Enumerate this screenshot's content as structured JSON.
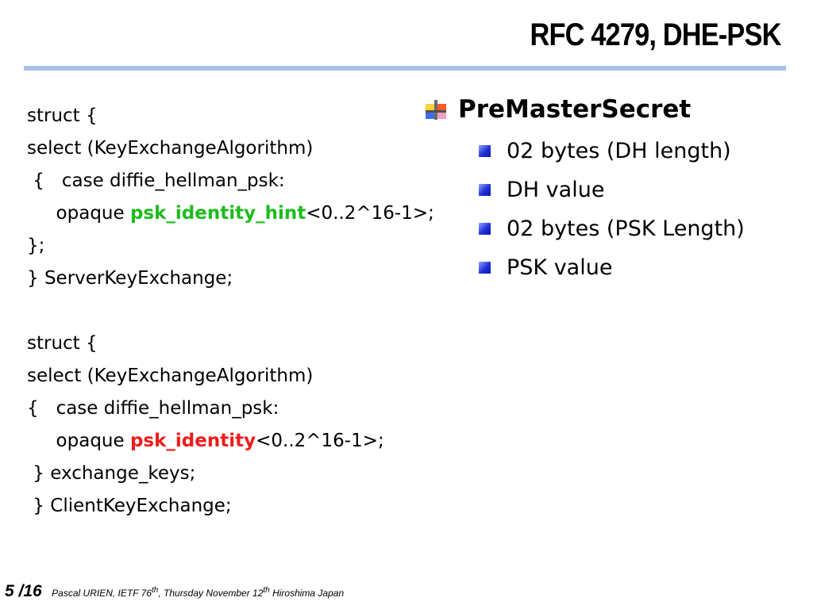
{
  "title": "RFC 4279, DHE-PSK",
  "code": {
    "line1": "struct {",
    "line2": "select (KeyExchangeAlgorithm)",
    "line3": " {   case diffie_hellman_psk:",
    "line4_prefix": "     opaque ",
    "line4_keyword": "psk_identity_hint",
    "line4_suffix": "<0..2^16-1>;",
    "line5": "};",
    "line6": "} ServerKeyExchange;",
    "line8": "struct {",
    "line9": "select (KeyExchangeAlgorithm)",
    "line10": "{   case diffie_hellman_psk:",
    "line11_prefix": "     opaque ",
    "line11_keyword": "psk_identity",
    "line11_suffix": "<0..2^16-1>;",
    "line12": " } exchange_keys;",
    "line13": " } ClientKeyExchange;"
  },
  "bullets": {
    "main": "PreMasterSecret",
    "items": [
      "02 bytes (DH length)",
      "DH value",
      "02 bytes (PSK Length)",
      "PSK value"
    ]
  },
  "footer": {
    "page": "5 /16",
    "text_prefix": "Pascal URIEN, IETF 76",
    "sup1": "th",
    "text_middle": ", Thursday November  12",
    "sup2": "th",
    "text_suffix": " Hiroshima Japan"
  },
  "colors": {
    "title_rule": "#a8c2e6",
    "keyword_green": "#1dbb1d",
    "keyword_red": "#ee1c1c",
    "bullet_blue": "#2030d8"
  },
  "icons": {
    "main_bullet": "premaster-bullet-icon",
    "sub_bullet": "blue-square-bullet-icon"
  }
}
